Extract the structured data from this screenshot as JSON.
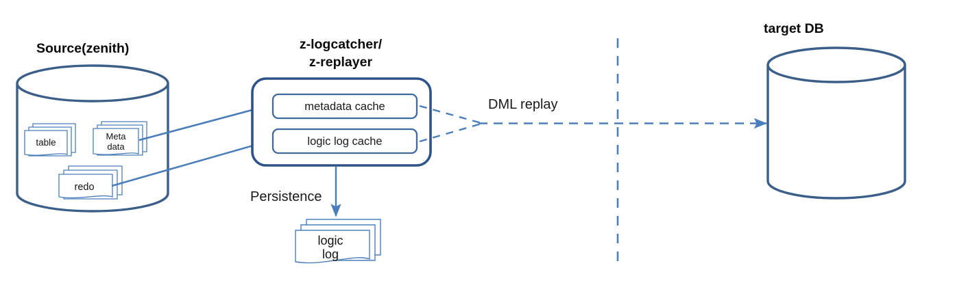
{
  "diagram": {
    "title_source": "Source(zenith)",
    "title_middle_line1": "z-logcatcher/",
    "title_middle_line2": "z-replayer",
    "title_target": "target DB",
    "colors": {
      "cylinder_stroke": "#3c5f8a",
      "box_stroke": "#2f5288",
      "inner_box_stroke": "#41699e",
      "arrow_blue": "#4a7ebb",
      "doc_stroke": "#4a7ebb",
      "text": "#111111",
      "background": "#ffffff"
    },
    "source_db": {
      "name": "source-database-cylinder",
      "docs": [
        {
          "id": "table",
          "label": "table"
        },
        {
          "id": "metadata",
          "label_line1": "Meta",
          "label_line2": "data"
        },
        {
          "id": "redo",
          "label": "redo"
        }
      ]
    },
    "logcatcher": {
      "name": "z-logcatcher-replayer-box",
      "caches": [
        {
          "id": "metadata-cache",
          "label": "metadata cache"
        },
        {
          "id": "logic-log-cache",
          "label": "logic log cache"
        }
      ]
    },
    "edges": {
      "dml_replay_label": "DML replay",
      "persistence_label": "Persistence"
    },
    "logic_log_doc": {
      "name": "logic-log-document-stack",
      "label_line1": "logic",
      "label_line2": "log"
    },
    "target_db": {
      "name": "target-database-cylinder"
    }
  }
}
